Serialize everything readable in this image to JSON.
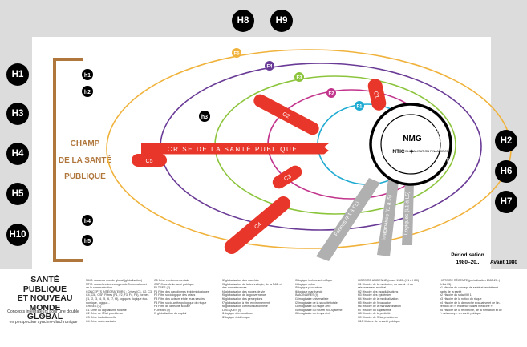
{
  "badges": [
    {
      "id": "h8",
      "label": "H8"
    },
    {
      "id": "h9",
      "label": "H9"
    },
    {
      "id": "h1",
      "label": "H1"
    },
    {
      "id": "h3",
      "label": "H3"
    },
    {
      "id": "h4",
      "label": "H4"
    },
    {
      "id": "h5",
      "label": "H5"
    },
    {
      "id": "h10",
      "label": "H10"
    },
    {
      "id": "h2",
      "label": "H2"
    },
    {
      "id": "h6",
      "label": "H6"
    },
    {
      "id": "h7",
      "label": "H7"
    }
  ],
  "small_badges": [
    "h1",
    "h2",
    "h3",
    "h4",
    "h5"
  ],
  "champ": {
    "line1": "CHAMP",
    "line2": "DE LA SANTÉ",
    "line3": "PUBLIQUE"
  },
  "crise_label": "CRISE DE LA SANTÉ PUBLIQUE",
  "bars": {
    "c1": "C1",
    "c2": "C2",
    "c3": "C3",
    "c4": "C4",
    "c5": "C5"
  },
  "fields": {
    "f1": "F1",
    "f2": "F2",
    "f3": "F3",
    "f4": "F4",
    "f5": "F5"
  },
  "core": {
    "nmg": "NMG",
    "ntic": "NTIC",
    "plus": "+",
    "globalisation": "GLOBALISATION FINANCIÈRE",
    "arc_left": "Concepts intégrateurs",
    "arc_right": "GOUVERNANCE GLOBALE"
  },
  "rays": {
    "r1": "Formes (F1 à F5)",
    "r2": "Imaginaires (I1 à I5)",
    "r3": "Logiques (L1 à L5)"
  },
  "period": {
    "label": "Périod;sation",
    "range": "1980–20..",
    "before": "Avant 1980"
  },
  "colors": {
    "crisis": "#e8372a",
    "f1": "#1eaad1",
    "f2": "#c2348c",
    "f3": "#8cc43c",
    "f4": "#6a3b96",
    "f5": "#f0b23a",
    "frame": "#b0773d"
  },
  "legend": {
    "title_line1": "SANTÉ PUBLIQUE",
    "title_line2": "ET NOUVEAU",
    "title_line3": "MONDE GLOBAL",
    "subtitle_line1": "Concepts intégrateurs pour une double mise",
    "subtitle_line2": "en perspective synchro-diachronique",
    "col1": [
      "NMG: nouveau monde global (globalisation)",
      "NTIC: nouvelles technologies de l'information et",
      "de la communication",
      "CONCEPTS INTÉGRATEURS : Crises (C1, C2, C3,",
      "C4, C5), CSP, Filtres (F1, F2, F3, F4, F5), formes",
      "(f1, f2, f3, f4, f5, f6, f7, f8), logiques (logique éco-",
      "nomique, logique...",
      "CRISES (C)",
      "C1  Crise du capitalisme fordiste",
      "C2  Crise de l'État providence",
      "C3  Crise institutionnelle",
      "C4  Crise socio-sanitaire"
    ],
    "col2": [
      "C5  Crise environnementale",
      "CSP Crise de la santé publique",
      "FILTRES (F)",
      "F1  Filtre des paradigmes épidémiologiques",
      "F2  Filtre sociologique des crises",
      "F3  Filtre des acteurs et de leurs savoirs",
      "F4  Filtre socio-anthropologique du risque",
      "F5  Filtre de la réalité sociale",
      "FORMES (f)",
      "f1  globalisation du capital"
    ],
    "col3": [
      "f2  globalisation des marchés",
      "f3  globalisation de la technologie, de la R&D et",
      "des connaissances",
      "f4  globalisation des modes de vie",
      "f5  globalisation de la gouvernance",
      "f6  globalisation des perceptions",
      "f7  globalisation à être environnement",
      "f8  globalisation communicationnelle",
      "LOGIQUES (l)",
      "l1  logique démocratique",
      "l2  logique épidémique"
    ],
    "col4": [
      "l3  logique techno-scientifique",
      "l4  logique cyber",
      "l5  logique productive",
      "l6  logique marchande",
      "IMAGINAIRES (I)",
      "I1  imaginaire universaliste",
      "I2  imaginaire de la sécurité totale",
      "I3  imaginaire du risque zéro",
      "I4  imaginaire du nouvel éco-système",
      "I5  imaginaire du temps réel"
    ],
    "col5": [
      "HISTOIRE ANCIENNE (avant 1980) (H1 à H10)",
      "H1  Histoire de la médecine, du savoir et du",
      "raisonnement médical",
      "H2  Histoire des mondialisations",
      "H3  Histoire des épidémies",
      "H4  Histoire de la médicalisation",
      "H5  Histoire de l'évaluation",
      "H6  Histoire de la marchandisation",
      "H7  Histoire du capitalisme",
      "H8  Histoire de la publicité",
      "H9  Histoire de l'État providence",
      "H10 Histoire de la santé publique"
    ],
    "col6": [
      "HISTOIRE RÉCENTE (périodisation 1980-20..)",
      "(h1 à h5)",
      "h1  Histoire du concept de santé et les détermi-",
      "nants de la santé",
      "h2  Histoire du sida/VIH 1",
      "h3  Histoire de la notion du risque",
      "h4  Histoire de la démarche évaluative et de l'in-",
      "vention de l'« évidence based medicine »",
      "h5  Histoire de la recherche, de la formation et de",
      "l'« advocacy » en santé publique"
    ]
  }
}
